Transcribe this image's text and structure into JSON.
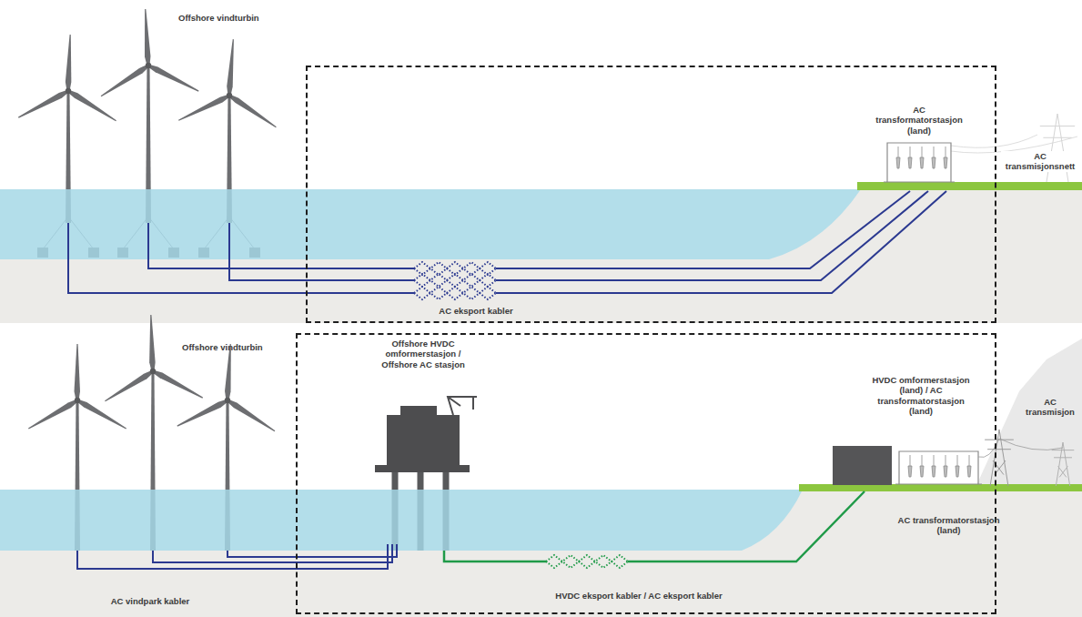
{
  "diagram": {
    "nodes": [
      {
        "text": [
          "AC eksport kabler"
        ]
      },
      {
        "text": [
          "HVDC eksport kabler / AC eksport kabler"
        ]
      }
    ],
    "labels": [
      "Offshore vindturbin",
      "AC transformatorstasjon (land)",
      "AC transmisjonsnett",
      "Offshore vindturbin",
      "Offshore HVDC omformerstasjon / Offshore AC stasjon",
      "HVDC omformerstasjon (land) / AC transformatorstasjon (land)",
      "AC transmisjon",
      "AC transformatorstasjon (land)",
      "AC vindpark kabler"
    ]
  }
}
